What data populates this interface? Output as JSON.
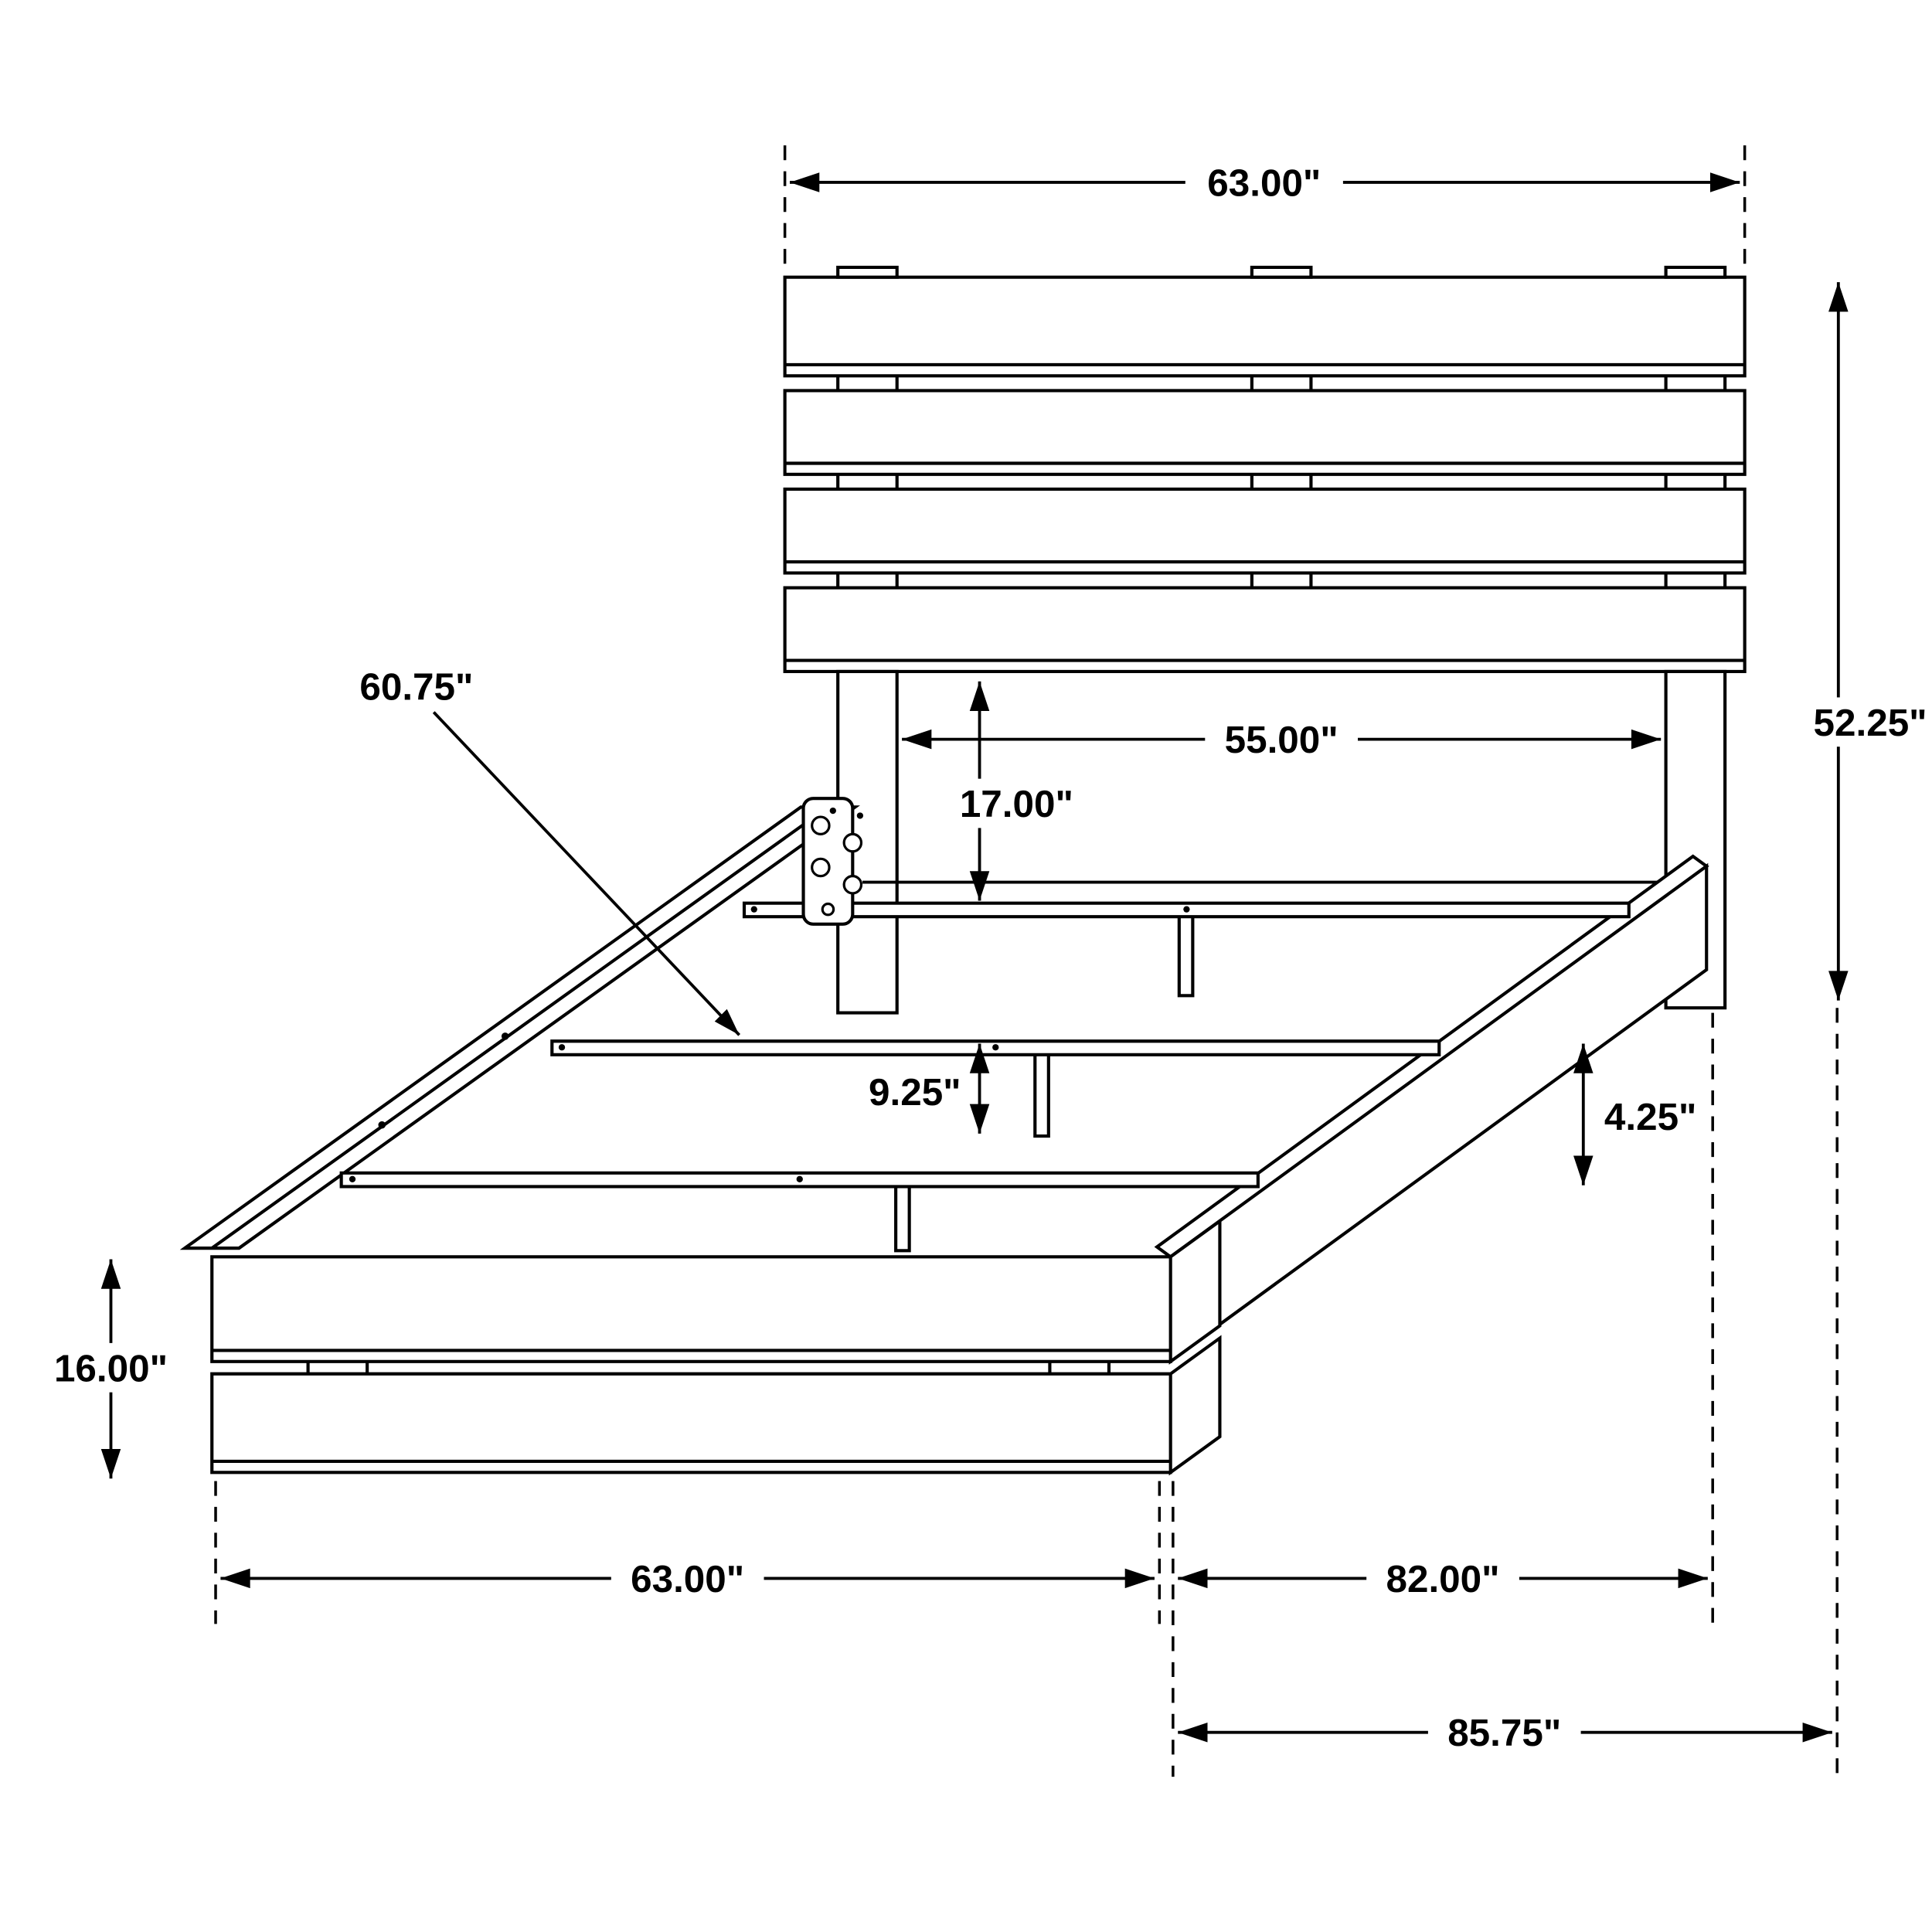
{
  "diagram": {
    "subject": "platform-bed-frame-dimension-drawing",
    "background_color": "#ffffff",
    "line_color": "#000000",
    "units": "inches",
    "dimensions": {
      "headboard_width": "63.00\"",
      "headboard_height": "52.25\"",
      "headboard_inner_width": "55.00\"",
      "headboard_bottom_to_slat": "17.00\"",
      "slat_length": "60.75\"",
      "slat_support_height": "9.25\"",
      "side_rail_height": "4.25\"",
      "footboard_height": "16.00\"",
      "footboard_width": "63.00\"",
      "frame_length": "82.00\"",
      "overall_length": "85.75\""
    }
  }
}
